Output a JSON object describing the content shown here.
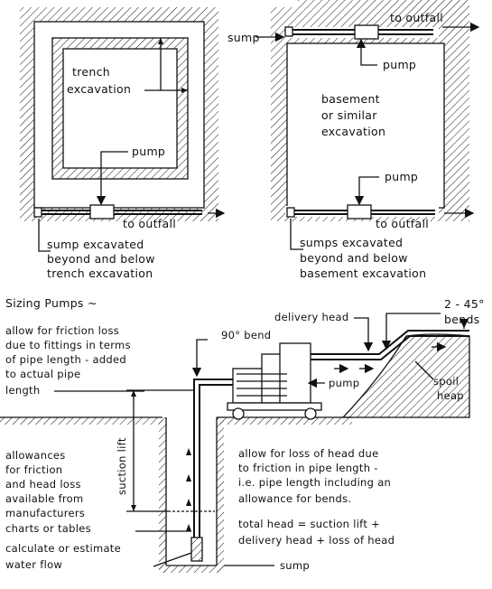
{
  "labels": {
    "trench_excavation_1": "trench",
    "trench_excavation_2": "excavation",
    "pump_trench": "pump",
    "to_outfall_trench": "to outfall",
    "sump_trench_1": "sump excavated",
    "sump_trench_2": "beyond and below",
    "sump_trench_3": "trench excavation",
    "sump_basement": "sump",
    "to_outfall_basement_top": "to outfall",
    "pump_basement_top": "pump",
    "basement_1": "basement",
    "basement_2": "or similar",
    "basement_3": "excavation",
    "pump_basement_bottom": "pump",
    "to_outfall_basement_bottom": "to outfall",
    "sumps_basement_1": "sumps excavated",
    "sumps_basement_2": "beyond and below",
    "sumps_basement_3": "basement excavation",
    "sizing_title": "Sizing Pumps ~",
    "friction_1": "allow for friction loss",
    "friction_2": "due to fittings in terms",
    "friction_3": "of pipe length - added",
    "friction_4": "to actual pipe",
    "friction_5": "length",
    "bend_90": "90° bend",
    "delivery_head": "delivery head",
    "bends_45_1": "2 - 45°",
    "bends_45_2": "bends",
    "pump_main": "pump",
    "spoil_1": "spoil",
    "spoil_2": "heap",
    "allow_1": "allowances",
    "allow_2": "for friction",
    "allow_3": "and head loss",
    "allow_4": "available from",
    "allow_5": "manufacturers",
    "allow_6": "charts or tables",
    "calc_1": "calculate or estimate",
    "calc_2": "water flow",
    "suction_lift": "suction lift",
    "loss_1": "allow for loss of head due",
    "loss_2": "to friction in pipe length -",
    "loss_3": "i.e. pipe length including an",
    "loss_4": "allowance for bends.",
    "total_1": "total head = suction lift +",
    "total_2": "delivery head + loss of head",
    "sump_main": "sump"
  }
}
